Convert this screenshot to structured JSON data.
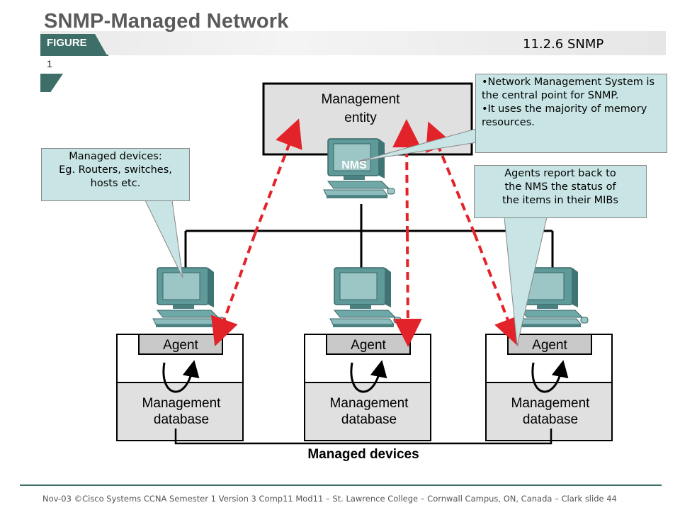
{
  "slide": {
    "title": "SNMP-Managed Network",
    "figure_label": "FIGURE",
    "figure_number": "1",
    "section": "11.2.6  SNMP",
    "footer": "Nov-03 ©Cisco Systems CCNA Semester 1 Version 3 Comp11 Mod11 – St. Lawrence College – Cornwall Campus, ON, Canada – Clark slide 44"
  },
  "diagram": {
    "management_entity": [
      "Management",
      "entity"
    ],
    "nms_label": "NMS",
    "agent_label": "Agent",
    "database_label": [
      "Management",
      "database"
    ],
    "managed_devices_caption": "Managed devices",
    "colors": {
      "box_fill": "#e0e0e0",
      "agent_fill": "#c9c9c9",
      "arrow": "#e3232a",
      "pc_teal": "#5f9a9a",
      "callout_fill": "#c8e4e4"
    }
  },
  "callouts": {
    "managed_devices": [
      "Managed devices:",
      "Eg. Routers, switches,",
      "hosts etc."
    ],
    "nms": [
      "•Network Management System is the central point for SNMP.",
      "•It uses the majority of memory resources."
    ],
    "agents": [
      "Agents report back to",
      "the NMS the status of",
      "the items in their MIBs"
    ]
  }
}
